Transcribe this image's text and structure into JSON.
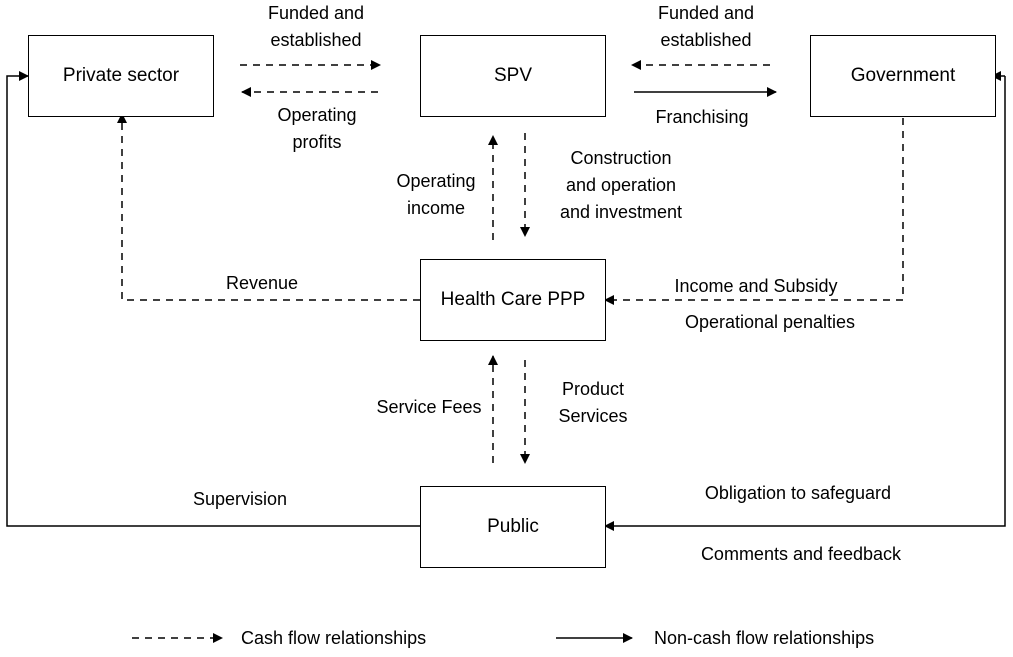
{
  "nodes": {
    "private_sector": "Private sector",
    "spv": "SPV",
    "government": "Government",
    "health_care_ppp": "Health Care PPP",
    "public": "Public"
  },
  "labels": {
    "funded_left": [
      "Funded and",
      "established"
    ],
    "operating_profits": [
      "Operating",
      "profits"
    ],
    "funded_right": [
      "Funded and",
      "established"
    ],
    "franchising": "Franchising",
    "operating_income": [
      "Operating",
      "income"
    ],
    "construction": [
      "Construction",
      "and operation",
      "and investment"
    ],
    "revenue": "Revenue",
    "income_subsidy": "Income and Subsidy",
    "operational_penalties": "Operational penalties",
    "service_fees": "Service Fees",
    "product_services": [
      "Product",
      "Services"
    ],
    "supervision": "Supervision",
    "obligation": "Obligation to safeguard",
    "comments": "Comments and feedback"
  },
  "legend": {
    "cash_flow": "Cash flow relationships",
    "non_cash_flow": "Non-cash flow relationships"
  },
  "colors": {
    "stroke": "#000000",
    "background": "#ffffff"
  }
}
